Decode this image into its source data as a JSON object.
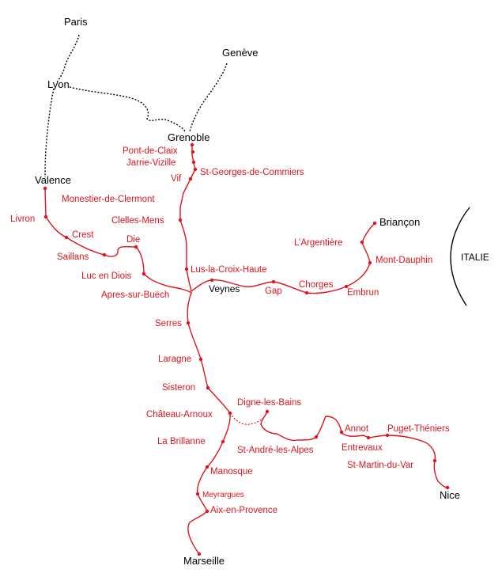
{
  "map": {
    "colors": {
      "rail": "#e0141e",
      "external": "#000000",
      "background": "#ffffff"
    },
    "cities": {
      "paris": "Paris",
      "lyon": "Lyon",
      "geneve": "Genève",
      "grenoble": "Grenoble",
      "valence": "Valence",
      "veynes": "Veynes",
      "briancon": "Briançon",
      "nice": "Nice",
      "marseille": "Marseille"
    },
    "stations": {
      "pont_de_claix": "Pont-de-Claix",
      "jarrie_vizille": "Jarrie-Vizille",
      "st_georges": "St-Georges-de-Commiers",
      "vif": "Vif",
      "monestier": "Monestier-de-Clermont",
      "clelles": "Clelles-Mens",
      "lus": "Lus-la-Croix-Haute",
      "livron": "Livron",
      "crest": "Crest",
      "die": "Die",
      "saillans": "Saillans",
      "luc": "Luc en Diois",
      "apres": "Apres-sur-Buëch",
      "argentiere": "L’Argentière",
      "mont_dauphin": "Mont-Dauphin",
      "chorges": "Chorges",
      "gap": "Gap",
      "embrun": "Embrun",
      "serres": "Serres",
      "laragne": "Laragne",
      "sisteron": "Sisteron",
      "chateau_arnoux": "Château-Arnoux",
      "la_brillanne": "La Brillanne",
      "manosque": "Manosque",
      "meyrargues": "Meyrargues",
      "aix": "Aix-en-Provence",
      "digne": "Digne-les-Bains",
      "st_andre": "St-André-les-Alpes",
      "annot": "Annot",
      "puget": "Puget-Théniers",
      "entrevaux": "Entrevaux",
      "st_martin": "St-Martin-du-Var"
    },
    "border_label": "ITALIE"
  }
}
